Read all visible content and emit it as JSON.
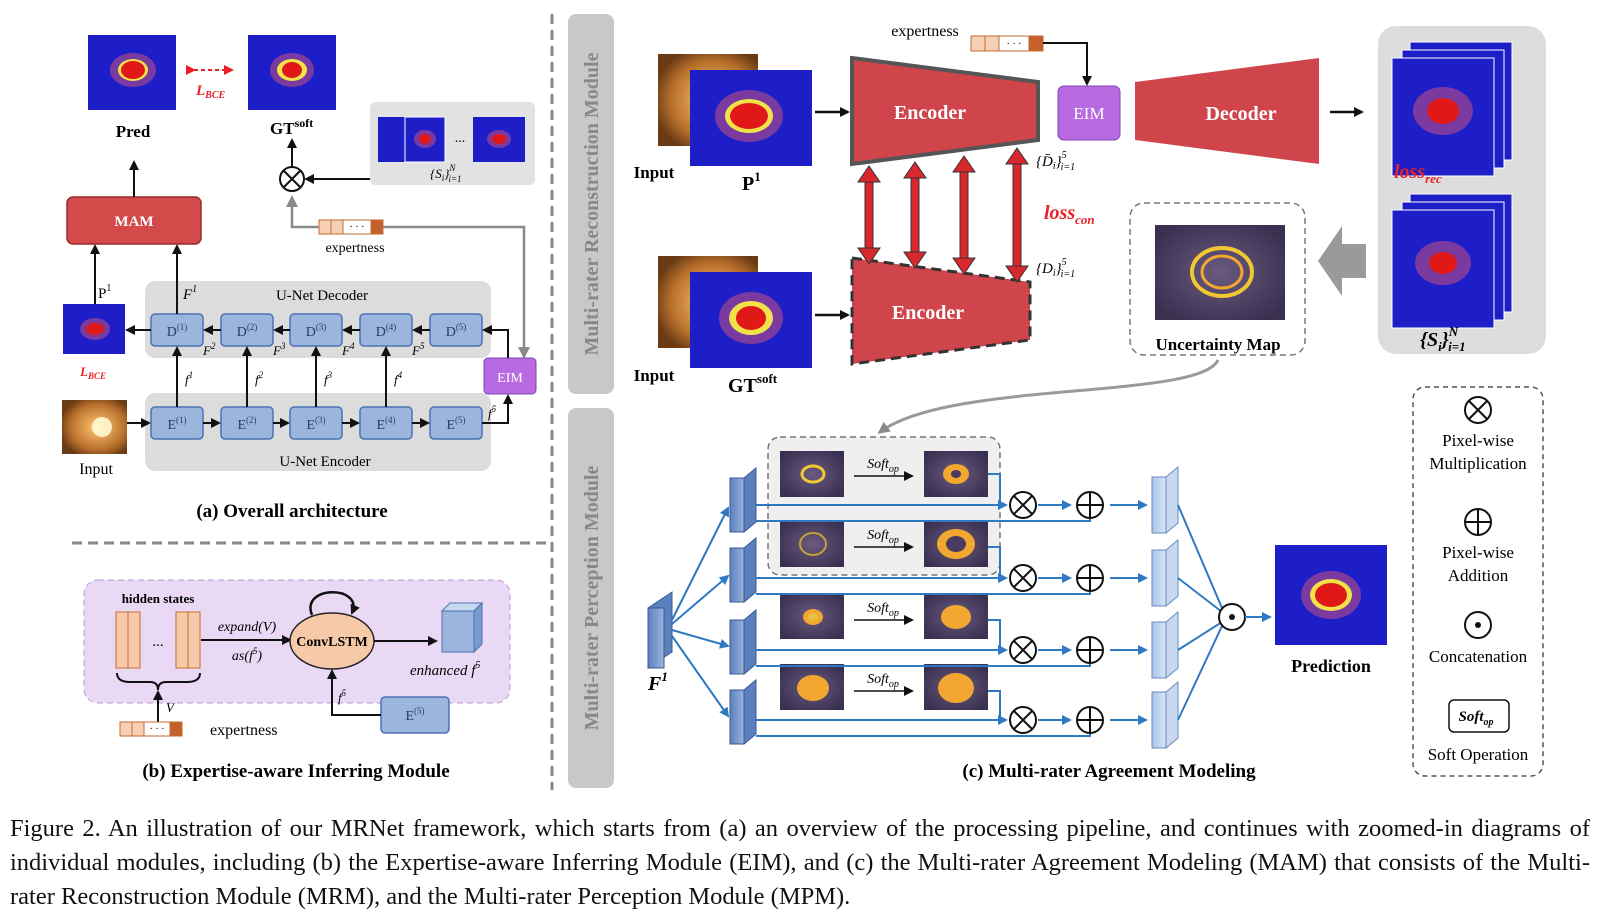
{
  "panel_a": {
    "pred_label": "Pred",
    "gt_soft_label": "GT",
    "gt_soft_sup": "soft",
    "lbce": "L",
    "lbce_sub": "BCE",
    "mam": "MAM",
    "p1": "P",
    "p1_sup": "1",
    "f1_cap": "F",
    "f1_sup": "1",
    "decoder": "U-Net Decoder",
    "encoder": "U-Net Encoder",
    "input": "Input",
    "eim": "EIM",
    "expertness": "expertness",
    "si_set": "{S",
    "si_sub": "i",
    "si_close": "}",
    "si_range": "N",
    "si_range_sub": "i=1",
    "ellipsis": "...",
    "decoder_blocks": [
      "D",
      "D",
      "D",
      "D",
      "D"
    ],
    "block_sups": [
      "(1)",
      "(2)",
      "(3)",
      "(4)",
      "(5)"
    ],
    "encoder_blocks": [
      "E",
      "E",
      "E",
      "E",
      "E"
    ],
    "up_labels": [
      "f",
      "f",
      "f",
      "f",
      "f"
    ],
    "up_sups": [
      "1",
      "2",
      "3",
      "4",
      "5"
    ],
    "cap_F_labels": [
      "F",
      "F",
      "F",
      "F"
    ],
    "cap_F_sups": [
      "2",
      "3",
      "4",
      "5"
    ],
    "caption": "(a) Overall architecture"
  },
  "panel_b": {
    "hidden_states": "hidden states",
    "expand": "expand(V)",
    "as": "as(f",
    "as_sup": "5",
    "as_close": ")",
    "convlstm": "ConvLSTM",
    "enhanced": "enhanced f",
    "enhanced_sup": "5",
    "v": "V",
    "f5": "f",
    "f5_sup": "5",
    "e5": "E",
    "e5_sup": "(5)",
    "expertness": "expertness",
    "dots": "...",
    "caption": "(b) Expertise-aware Inferring Module"
  },
  "panel_c": {
    "mrm_title": "Multi-rater Reconstruction Module",
    "mpm_title": "Multi-rater Perception Module",
    "expertness": "expertness",
    "encoder1": "Encoder",
    "encoder2": "Encoder",
    "eim": "EIM",
    "decoder": "Decoder",
    "input1": "Input",
    "input2": "Input",
    "p1": "P",
    "p1_sup": "1",
    "gt": "GT",
    "gt_sup": "soft",
    "dbar": "{D̄",
    "d": "{D",
    "d_sub": "i",
    "d_close": "}",
    "d_range": "5",
    "d_range_sub": "i=1",
    "loss_con": "loss",
    "loss_con_sub": "con",
    "loss_rec": "loss",
    "loss_rec_sub": "rec",
    "si": "{S",
    "si_sub": "i",
    "si_close": "}",
    "si_range": "N",
    "si_range_sub": "i=1",
    "uncertainty": "Uncertainty Map",
    "f1": "F",
    "f1_sup": "1",
    "soft_ops": [
      "Soft",
      "Soft",
      "Soft",
      "Soft"
    ],
    "soft_op_sub": "op",
    "prediction": "Prediction",
    "legend": {
      "mult_1": "Pixel-wise",
      "mult_2": "Multiplication",
      "add_1": "Pixel-wise",
      "add_2": "Addition",
      "concat": "Concatenation",
      "soft_box": "Soft",
      "soft_box_sub": "op",
      "soft_op": "Soft Operation"
    },
    "caption": "(c) Multi-rater Agreement Modeling"
  },
  "figure_caption": "Figure 2. An illustration of our MRNet framework, which starts from (a) an overview of the processing pipeline, and continues with zoomed-in diagrams of individual modules, including (b) the Expertise-aware Inferring Module (EIM), and (c) the Multi-rater Agreement Modeling (MAM) that consists of the Multi-rater Reconstruction Module (MRM), and the Multi-rater Perception Module (MPM).",
  "colors": {
    "block_fill": "#9bb5dc",
    "block_stroke": "#4a73b3",
    "mam_fill": "#d44a4a",
    "eim_fill": "#b86be0",
    "encoder_fill": "#d0454b",
    "loss_red": "#e8202a",
    "gray_panel": "#dcdcdc",
    "purple_panel": "#ead9f5",
    "convlstm_fill": "#f6c9a9",
    "arrow_blue": "#2f79c2"
  }
}
